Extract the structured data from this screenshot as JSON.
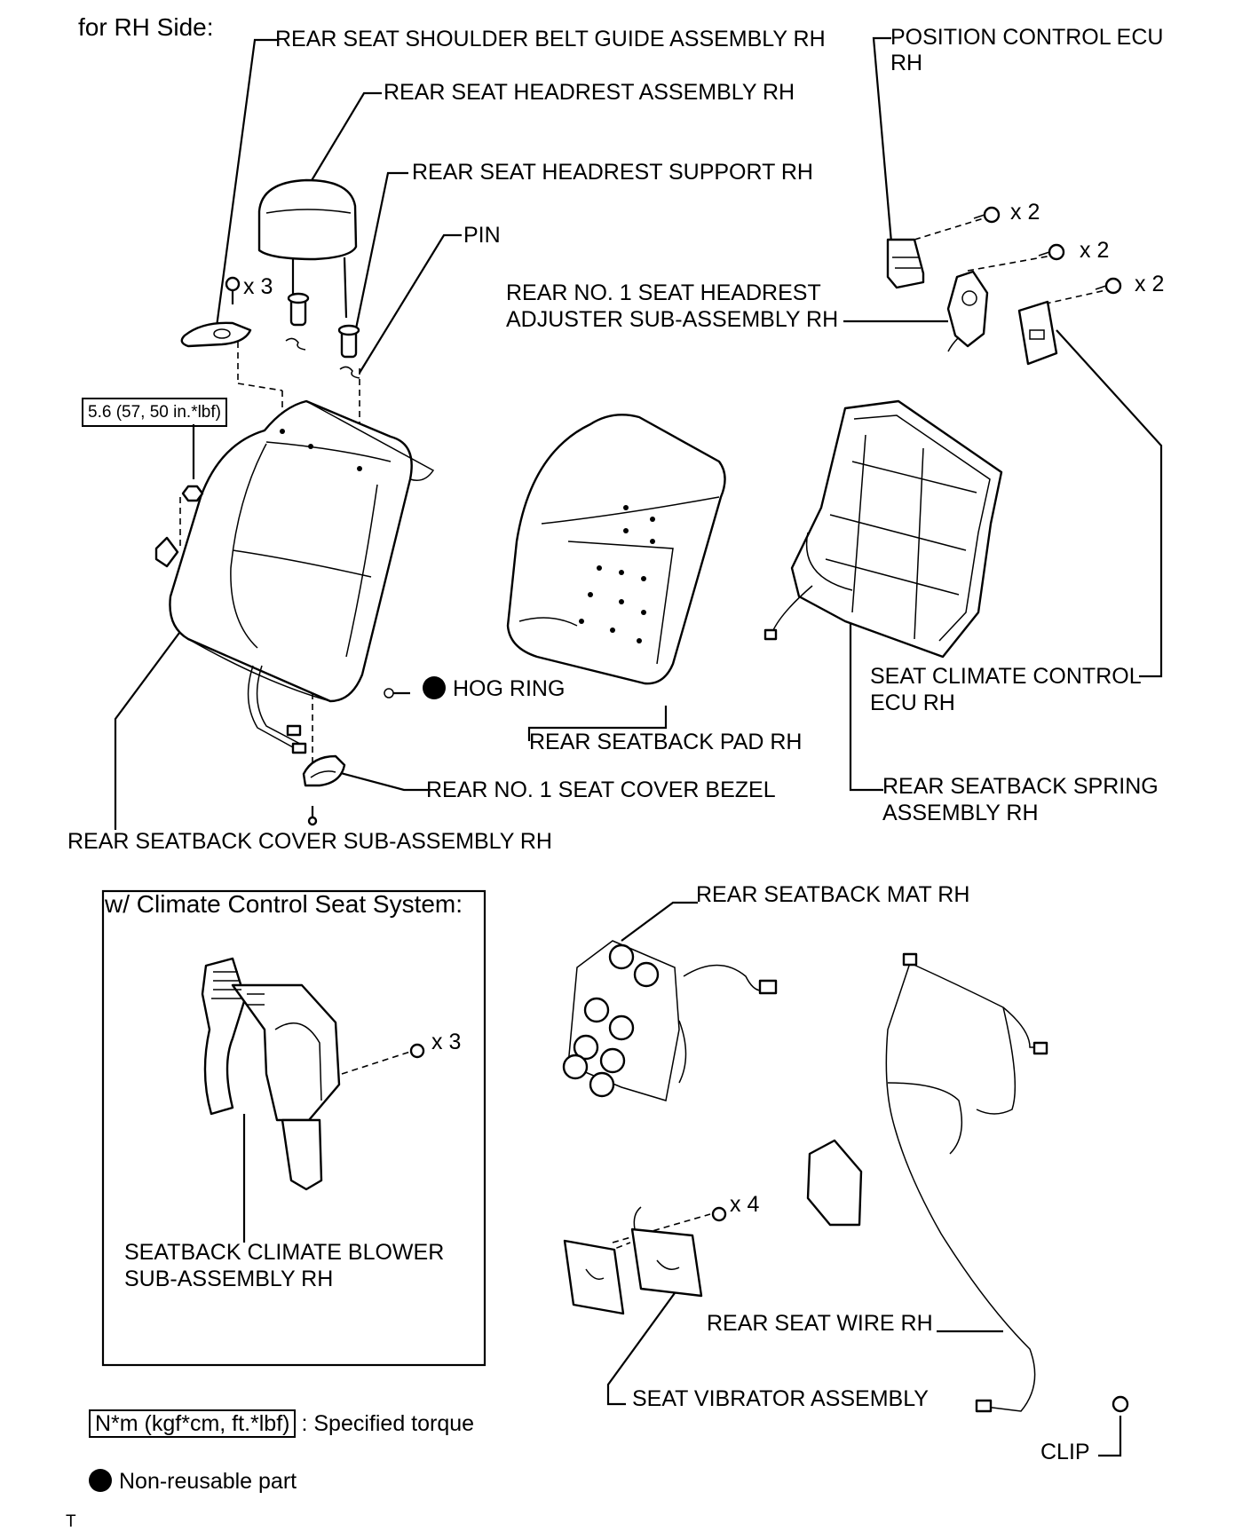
{
  "header": {
    "title": "for RH Side:"
  },
  "labels": {
    "shoulder_belt_guide": "REAR SEAT SHOULDER BELT GUIDE ASSEMBLY RH",
    "headrest_assembly": "REAR SEAT HEADREST ASSEMBLY RH",
    "headrest_support": "REAR SEAT HEADREST SUPPORT RH",
    "pin": "PIN",
    "position_control_ecu_l1": "POSITION CONTROL ECU",
    "position_control_ecu_l2": "RH",
    "headrest_adjuster_l1": "REAR NO. 1 SEAT HEADREST",
    "headrest_adjuster_l2": "ADJUSTER SUB-ASSEMBLY RH",
    "hog_ring": "HOG RING",
    "seatback_pad": "REAR SEATBACK PAD RH",
    "seat_cover_bezel": "REAR NO. 1 SEAT COVER BEZEL",
    "seatback_cover": "REAR SEATBACK COVER SUB-ASSEMBLY RH",
    "climate_ecu_l1": "SEAT CLIMATE CONTROL",
    "climate_ecu_l2": "ECU RH",
    "spring_assembly_l1": "REAR SEATBACK SPRING",
    "spring_assembly_l2": "ASSEMBLY RH",
    "seatback_mat": "REAR SEATBACK MAT RH",
    "climate_box_title": "w/ Climate Control Seat System:",
    "blower_l1": "SEATBACK CLIMATE BLOWER",
    "blower_l2": "SUB-ASSEMBLY RH",
    "seat_wire": "REAR SEAT WIRE RH",
    "vibrator": "SEAT VIBRATOR ASSEMBLY",
    "clip": "CLIP"
  },
  "quantities": {
    "belt_guide_bolts": "x 3",
    "ecu_bolts": "x 2",
    "adjuster_bolts": "x 2",
    "climate_ecu_bolts": "x 2",
    "blower_nuts": "x 3",
    "vibrator_nuts": "x 4"
  },
  "torque": {
    "value": "5.6 (57, 50 in.*lbf)"
  },
  "legend": {
    "torque_unit": "N*m (kgf*cm, ft.*lbf)",
    "torque_text": ": Specified torque",
    "non_reusable_text": "Non-reusable part"
  },
  "footer": {
    "code": "T"
  }
}
